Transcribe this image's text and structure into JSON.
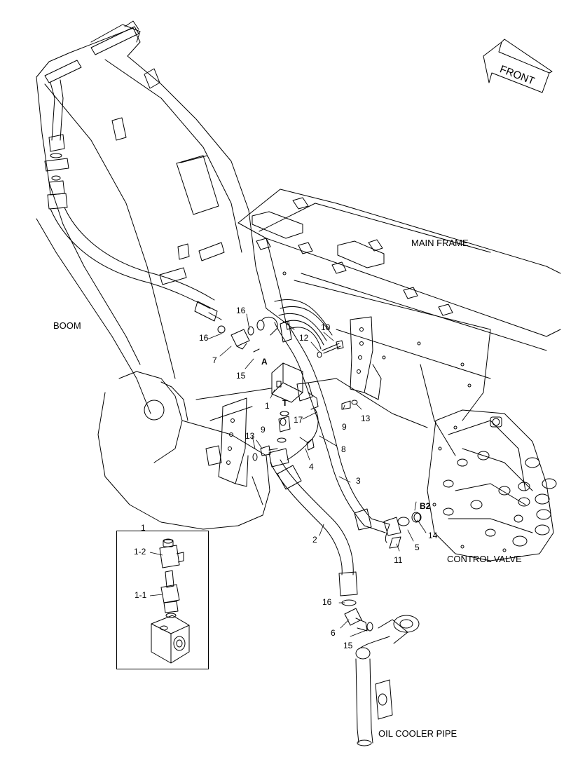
{
  "labels": {
    "front": "FRONT",
    "main_frame": "MAIN FRAME",
    "boom": "BOOM",
    "control_valve": "CONTROL VALVE",
    "oil_cooler_pipe": "OIL COOLER PIPE",
    "port_a": "A",
    "port_t": "T",
    "port_b2": "B2"
  },
  "callouts": {
    "n16a": "16",
    "n16b": "16",
    "n16c": "16",
    "n10": "10",
    "n12": "12",
    "n7": "7",
    "n15a": "15",
    "n15b": "15",
    "n1": "1",
    "n17": "17",
    "n9a": "9",
    "n9b": "9",
    "n13a": "13",
    "n13b": "13",
    "n8": "8",
    "n4": "4",
    "n3": "3",
    "n2": "2",
    "n14": "14",
    "n5": "5",
    "n11": "11",
    "n6": "6"
  },
  "inset": {
    "title": "1",
    "part_1_2": "1-2",
    "part_1_1": "1-1"
  }
}
